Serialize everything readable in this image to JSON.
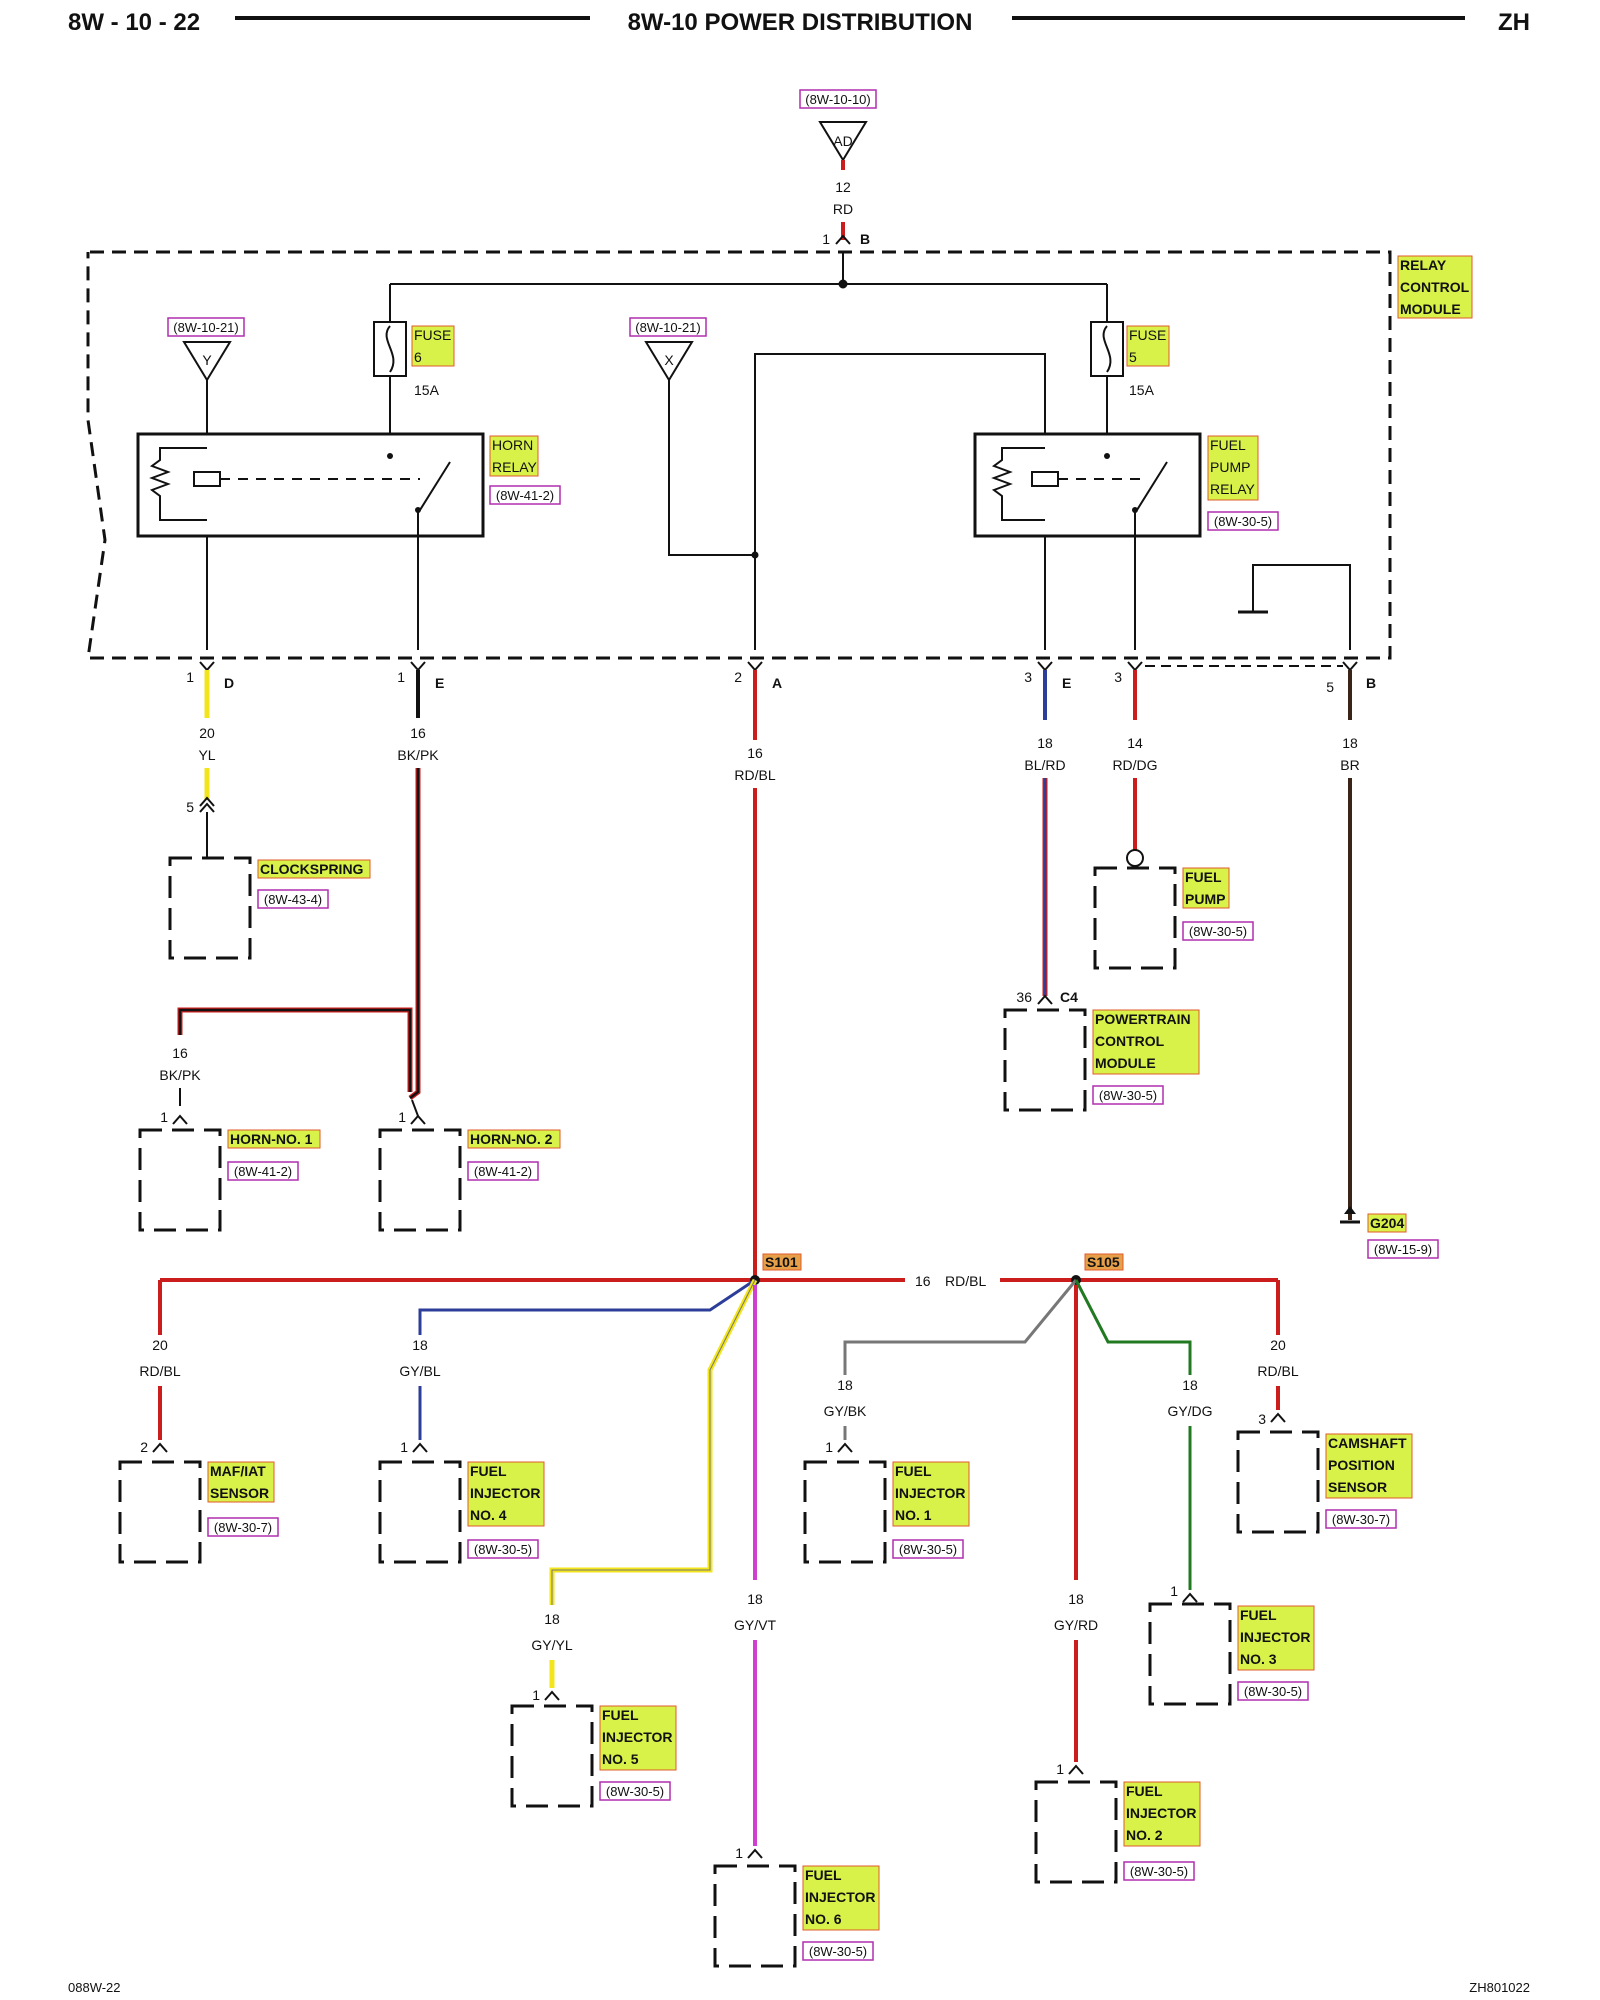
{
  "header": {
    "left": "8W - 10 - 22",
    "title": "8W-10 POWER DISTRIBUTION",
    "right": "ZH"
  },
  "footer": {
    "left": "088W-22",
    "right": "ZH801022"
  },
  "colors": {
    "red": "#cc1d1d",
    "yellow": "#f2e51c",
    "dark": "#111111",
    "blue": "#2c3e9a",
    "green": "#217a21",
    "gray": "#777777",
    "violet": "#d040d0",
    "brown": "#3a2418",
    "highlight": "#d9f24a",
    "highlight_border": "#e05a2a",
    "ref_border": "#b02fb0"
  },
  "top_source": {
    "ref": "(8W-10-10)",
    "terminal": "AD",
    "gauge": "12",
    "color": "RD",
    "pin": "1",
    "connector": "B"
  },
  "module": {
    "name": [
      "RELAY",
      "CONTROL",
      "MODULE"
    ]
  },
  "fuses": [
    {
      "label": [
        "FUSE",
        "6"
      ],
      "rating": "15A"
    },
    {
      "label": [
        "FUSE",
        "5"
      ],
      "rating": "15A"
    }
  ],
  "sources": [
    {
      "ref": "(8W-10-21)",
      "terminal": "Y"
    },
    {
      "ref": "(8W-10-21)",
      "terminal": "X"
    }
  ],
  "relays": [
    {
      "name": [
        "HORN",
        "RELAY"
      ],
      "ref": "(8W-41-2)"
    },
    {
      "name": [
        "FUEL",
        "PUMP",
        "RELAY"
      ],
      "ref": "(8W-30-5)"
    }
  ],
  "pins": [
    {
      "pin": "1",
      "connector": "D",
      "gauge": "20",
      "color": "YL"
    },
    {
      "pin": "1",
      "connector": "E",
      "gauge": "16",
      "color": "BK/PK"
    },
    {
      "pin": "2",
      "connector": "A",
      "gauge": "16",
      "color": "RD/BL"
    },
    {
      "pin": "3",
      "connector": "E",
      "gauge": "18",
      "color": "BL/RD"
    },
    {
      "pin": "3",
      "connector": "",
      "gauge": "14",
      "color": "RD/DG"
    },
    {
      "pin": "5",
      "connector": "B",
      "gauge": "18",
      "color": "BR"
    }
  ],
  "components": {
    "clockspring": {
      "pin": "5",
      "name": [
        "CLOCKSPRING"
      ],
      "ref": "(8W-43-4)"
    },
    "horn1_wire": {
      "gauge": "16",
      "color": "BK/PK"
    },
    "horn1": {
      "pin": "1",
      "name": [
        "HORN-NO. 1"
      ],
      "ref": "(8W-41-2)"
    },
    "horn2": {
      "pin": "1",
      "name": [
        "HORN-NO. 2"
      ],
      "ref": "(8W-41-2)"
    },
    "fuel_pump": {
      "name": [
        "FUEL",
        "PUMP"
      ],
      "ref": "(8W-30-5)"
    },
    "pcm": {
      "pin": "36",
      "connector": "C4",
      "name": [
        "POWERTRAIN",
        "CONTROL",
        "MODULE"
      ],
      "ref": "(8W-30-5)"
    },
    "ground": {
      "name": [
        "G204"
      ],
      "ref": "(8W-15-9)"
    }
  },
  "splices": {
    "s101": "S101",
    "s105": "S105",
    "between": {
      "gauge": "16",
      "color": "RD/BL"
    }
  },
  "branches": {
    "maf": {
      "gauge": "20",
      "color": "RD/BL",
      "pin": "2",
      "name": [
        "MAF/IAT",
        "SENSOR"
      ],
      "ref": "(8W-30-7)"
    },
    "inj4": {
      "gauge": "18",
      "color": "GY/BL",
      "pin": "1",
      "name": [
        "FUEL",
        "INJECTOR",
        "NO. 4"
      ],
      "ref": "(8W-30-5)"
    },
    "inj5": {
      "gauge": "18",
      "color": "GY/YL",
      "pin": "1",
      "name": [
        "FUEL",
        "INJECTOR",
        "NO. 5"
      ],
      "ref": "(8W-30-5)"
    },
    "inj6": {
      "gauge": "18",
      "color": "GY/VT",
      "pin": "1",
      "name": [
        "FUEL",
        "INJECTOR",
        "NO. 6"
      ],
      "ref": "(8W-30-5)"
    },
    "inj1": {
      "gauge": "18",
      "color": "GY/BK",
      "pin": "1",
      "name": [
        "FUEL",
        "INJECTOR",
        "NO. 1"
      ],
      "ref": "(8W-30-5)"
    },
    "inj2": {
      "gauge": "18",
      "color": "GY/RD",
      "pin": "1",
      "name": [
        "FUEL",
        "INJECTOR",
        "NO. 2"
      ],
      "ref": "(8W-30-5)"
    },
    "inj3": {
      "gauge": "18",
      "color": "GY/DG",
      "pin": "1",
      "name": [
        "FUEL",
        "INJECTOR",
        "NO. 3"
      ],
      "ref": "(8W-30-5)"
    },
    "cmp": {
      "gauge": "20",
      "color": "RD/BL",
      "pin": "3",
      "name": [
        "CAMSHAFT",
        "POSITION",
        "SENSOR"
      ],
      "ref": "(8W-30-7)"
    }
  }
}
